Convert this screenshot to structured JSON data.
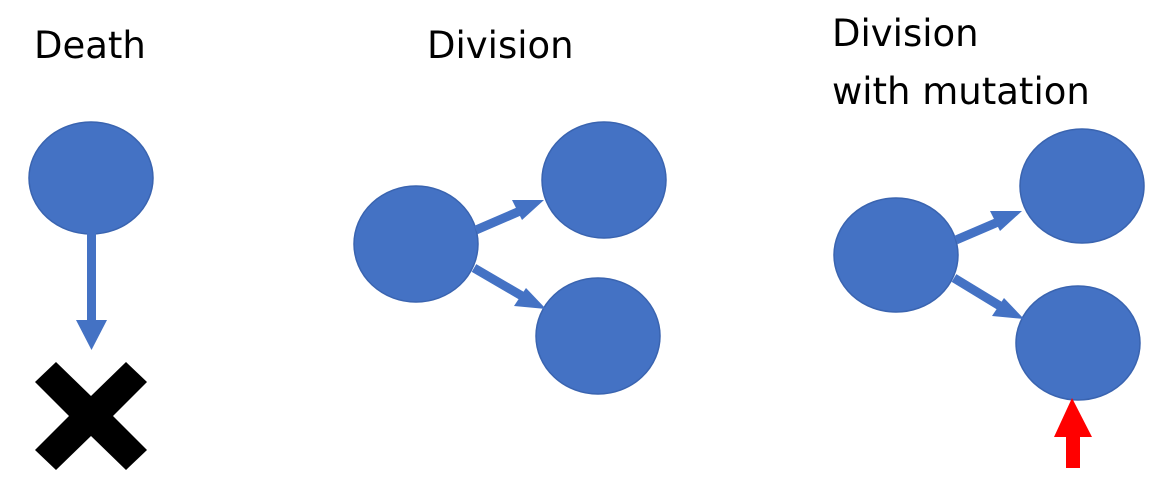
{
  "panels": {
    "death": {
      "title": "Death"
    },
    "division": {
      "title": "Division"
    },
    "mutation": {
      "title_line1": "Division",
      "title_line2": "with mutation"
    }
  },
  "colors": {
    "cell_fill": "#4472C4",
    "cell_stroke": "#3A64B0",
    "arrow": "#4472C4",
    "death_mark": "#000000",
    "mutation_marker": "#FF0000"
  },
  "icons": {
    "death_mark": "x-cross-icon",
    "mutation_marker": "red-up-arrow-icon"
  }
}
